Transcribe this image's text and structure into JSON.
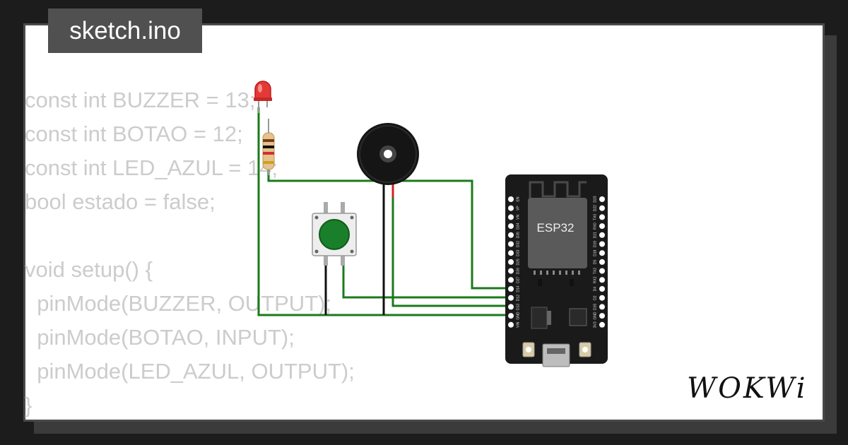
{
  "file_tab": {
    "name": "sketch.ino"
  },
  "code_lines": [
    "const int BUZZER = 13;",
    "const int BOTAO = 12;",
    "const int LED_AZUL = 14;",
    "bool estado = false;",
    "",
    "void setup() {",
    "  pinMode(BUZZER, OUTPUT);",
    "  pinMode(BOTAO, INPUT);",
    "  pinMode(LED_AZUL, OUTPUT);",
    "}"
  ],
  "circuit": {
    "board": {
      "chip_label": "ESP32",
      "pins_left": [
        "EN",
        "VP",
        "VN",
        "D34",
        "D35",
        "D32",
        "D33",
        "D25",
        "D26",
        "D27",
        "D14",
        "D12",
        "D13",
        "GND",
        "VIN"
      ],
      "pins_right": [
        "D23",
        "D22",
        "TX0",
        "RX0",
        "D21",
        "D19",
        "D18",
        "D5",
        "TX2",
        "RX2",
        "D4",
        "D2",
        "D15",
        "GND",
        "3V3"
      ]
    },
    "wire_colors": {
      "green": "#1b7a1b",
      "black": "#111111",
      "red": "#d42020"
    },
    "led_color": "#e53935",
    "button_color": "#1a7f2a"
  },
  "brand": {
    "logo_text": "WOKWi"
  }
}
